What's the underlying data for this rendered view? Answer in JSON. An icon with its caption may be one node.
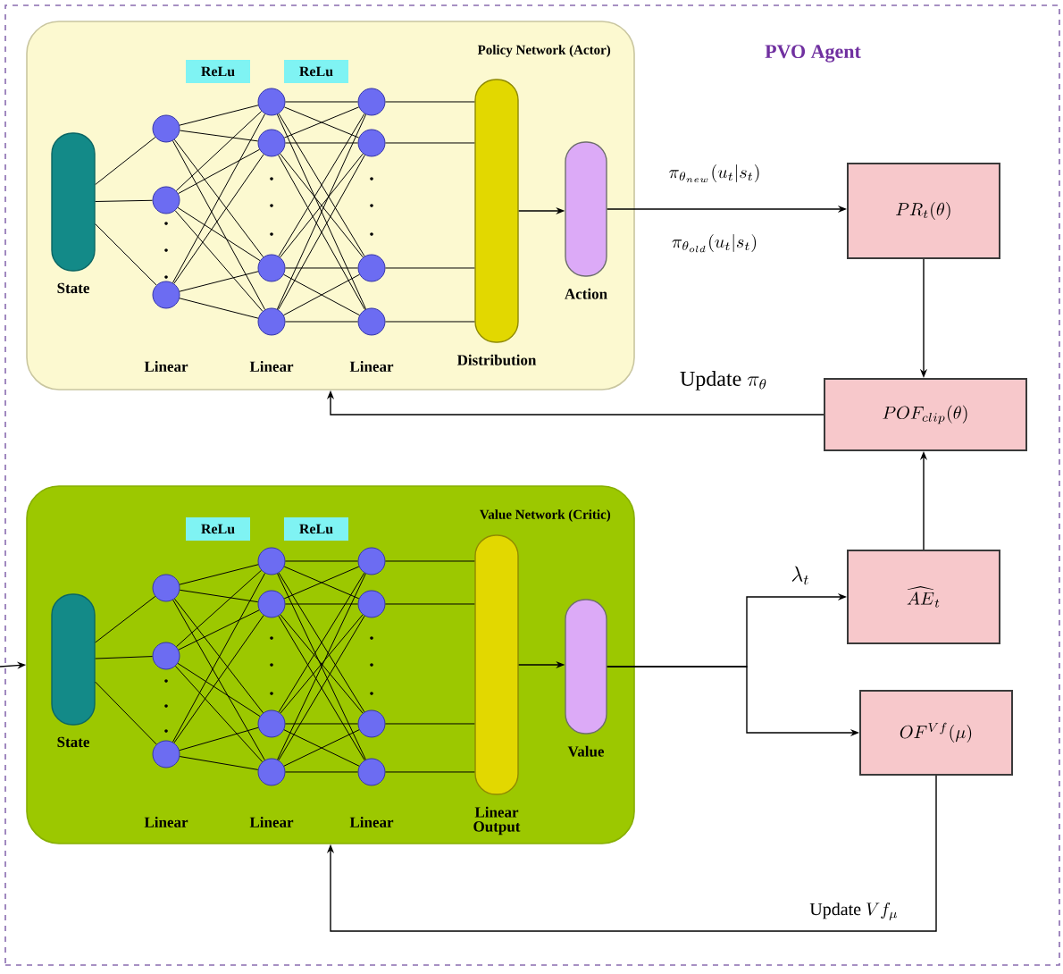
{
  "diagram": {
    "nodes": [
      {
        "text": [
          "PVO Agent"
        ]
      },
      {
        "text": [
          "Policy Network (Actor)"
        ],
        "in": 0
      },
      {
        "text": [
          "ReLu"
        ],
        "in": 1
      },
      {
        "text": [
          "ReLu"
        ],
        "in": 1
      },
      {
        "text": [
          "State"
        ],
        "in": 1
      },
      {
        "text": [],
        "shape": "circle",
        "in": 1
      },
      {
        "text": [],
        "shape": "circle",
        "in": 1
      },
      {
        "text": [],
        "shape": "circle",
        "in": 1
      },
      {
        "text": [],
        "shape": "circle",
        "in": 1
      },
      {
        "text": [],
        "shape": "circle",
        "in": 1
      },
      {
        "text": [],
        "shape": "circle",
        "in": 1
      },
      {
        "text": [],
        "shape": "circle",
        "in": 1
      },
      {
        "text": [],
        "shape": "circle",
        "in": 1
      },
      {
        "text": [],
        "shape": "circle",
        "in": 1
      },
      {
        "text": [],
        "shape": "circle",
        "in": 1
      },
      {
        "text": [],
        "shape": "circle",
        "in": 1
      },
      {
        "text": [
          "Distribution"
        ],
        "in": 1
      },
      {
        "text": [
          "Action"
        ],
        "in": 1
      },
      {
        "text": [
          "Value Network (Critic)"
        ],
        "in": 0
      },
      {
        "text": [
          "ReLu"
        ],
        "in": 18
      },
      {
        "text": [
          "ReLu"
        ],
        "in": 18
      },
      {
        "text": [
          "State"
        ],
        "in": 18
      },
      {
        "text": [],
        "shape": "circle",
        "in": 18
      },
      {
        "text": [],
        "shape": "circle",
        "in": 18
      },
      {
        "text": [],
        "shape": "circle",
        "in": 18
      },
      {
        "text": [],
        "shape": "circle",
        "in": 18
      },
      {
        "text": [],
        "shape": "circle",
        "in": 18
      },
      {
        "text": [],
        "shape": "circle",
        "in": 18
      },
      {
        "text": [],
        "shape": "circle",
        "in": 18
      },
      {
        "text": [],
        "shape": "circle",
        "in": 18
      },
      {
        "text": [],
        "shape": "circle",
        "in": 18
      },
      {
        "text": [],
        "shape": "circle",
        "in": 18
      },
      {
        "text": [],
        "shape": "circle",
        "in": 18
      },
      {
        "text": [
          "Linear Output"
        ],
        "in": 18
      },
      {
        "text": [
          "Value"
        ],
        "in": 18
      },
      {
        "text": [
          "PR_t(\\theta)"
        ],
        "in": 0
      },
      {
        "text": [
          "POF_{clip}(\\theta)"
        ],
        "in": 0
      },
      {
        "text": [
          "\\widehat{AE}_t"
        ],
        "in": 0
      },
      {
        "text": [
          "OF^{Vf}(\\mu)"
        ],
        "in": 0
      }
    ],
    "edges": [
      {
        "from": 4,
        "to": 5,
        "arrow": "none"
      },
      {
        "from": 4,
        "to": 6,
        "arrow": "none"
      },
      {
        "from": 4,
        "to": 7,
        "arrow": "none"
      },
      {
        "from": 5,
        "to": 8,
        "arrow": "none"
      },
      {
        "from": 5,
        "to": 9,
        "arrow": "none"
      },
      {
        "from": 5,
        "to": 10,
        "arrow": "none"
      },
      {
        "from": 5,
        "to": 11,
        "arrow": "none"
      },
      {
        "from": 6,
        "to": 8,
        "arrow": "none"
      },
      {
        "from": 6,
        "to": 9,
        "arrow": "none"
      },
      {
        "from": 6,
        "to": 10,
        "arrow": "none"
      },
      {
        "from": 6,
        "to": 11,
        "arrow": "none"
      },
      {
        "from": 7,
        "to": 8,
        "arrow": "none"
      },
      {
        "from": 7,
        "to": 9,
        "arrow": "none"
      },
      {
        "from": 7,
        "to": 10,
        "arrow": "none"
      },
      {
        "from": 7,
        "to": 11,
        "arrow": "none"
      },
      {
        "from": 8,
        "to": 12,
        "arrow": "none"
      },
      {
        "from": 8,
        "to": 13,
        "arrow": "none"
      },
      {
        "from": 8,
        "to": 14,
        "arrow": "none"
      },
      {
        "from": 8,
        "to": 15,
        "arrow": "none"
      },
      {
        "from": 9,
        "to": 12,
        "arrow": "none"
      },
      {
        "from": 9,
        "to": 13,
        "arrow": "none"
      },
      {
        "from": 9,
        "to": 14,
        "arrow": "none"
      },
      {
        "from": 9,
        "to": 15,
        "arrow": "none"
      },
      {
        "from": 10,
        "to": 12,
        "arrow": "none"
      },
      {
        "from": 10,
        "to": 13,
        "arrow": "none"
      },
      {
        "from": 10,
        "to": 14,
        "arrow": "none"
      },
      {
        "from": 10,
        "to": 15,
        "arrow": "none"
      },
      {
        "from": 11,
        "to": 12,
        "arrow": "none"
      },
      {
        "from": 11,
        "to": 13,
        "arrow": "none"
      },
      {
        "from": 11,
        "to": 14,
        "arrow": "none"
      },
      {
        "from": 11,
        "to": 15,
        "arrow": "none"
      },
      {
        "from": 12,
        "to": 16,
        "arrow": "none"
      },
      {
        "from": 13,
        "to": 16,
        "arrow": "none"
      },
      {
        "from": 14,
        "to": 16,
        "arrow": "none"
      },
      {
        "from": 15,
        "to": 16,
        "arrow": "none"
      },
      {
        "from": 16,
        "to": 17,
        "arrow": "to"
      },
      {
        "from": 21,
        "to": 22,
        "arrow": "none"
      },
      {
        "from": 21,
        "to": 23,
        "arrow": "none"
      },
      {
        "from": 21,
        "to": 24,
        "arrow": "none"
      },
      {
        "from": 22,
        "to": 25,
        "arrow": "none"
      },
      {
        "from": 22,
        "to": 26,
        "arrow": "none"
      },
      {
        "from": 22,
        "to": 27,
        "arrow": "none"
      },
      {
        "from": 22,
        "to": 28,
        "arrow": "none"
      },
      {
        "from": 23,
        "to": 25,
        "arrow": "none"
      },
      {
        "from": 23,
        "to": 26,
        "arrow": "none"
      },
      {
        "from": 23,
        "to": 27,
        "arrow": "none"
      },
      {
        "from": 23,
        "to": 28,
        "arrow": "none"
      },
      {
        "from": 24,
        "to": 25,
        "arrow": "none"
      },
      {
        "from": 24,
        "to": 26,
        "arrow": "none"
      },
      {
        "from": 24,
        "to": 27,
        "arrow": "none"
      },
      {
        "from": 24,
        "to": 28,
        "arrow": "none"
      },
      {
        "from": 25,
        "to": 29,
        "arrow": "none"
      },
      {
        "from": 25,
        "to": 30,
        "arrow": "none"
      },
      {
        "from": 25,
        "to": 31,
        "arrow": "none"
      },
      {
        "from": 25,
        "to": 32,
        "arrow": "none"
      },
      {
        "from": 26,
        "to": 29,
        "arrow": "none"
      },
      {
        "from": 26,
        "to": 30,
        "arrow": "none"
      },
      {
        "from": 26,
        "to": 31,
        "arrow": "none"
      },
      {
        "from": 26,
        "to": 32,
        "arrow": "none"
      },
      {
        "from": 27,
        "to": 29,
        "arrow": "none"
      },
      {
        "from": 27,
        "to": 30,
        "arrow": "none"
      },
      {
        "from": 27,
        "to": 31,
        "arrow": "none"
      },
      {
        "from": 27,
        "to": 32,
        "arrow": "none"
      },
      {
        "from": 28,
        "to": 29,
        "arrow": "none"
      },
      {
        "from": 28,
        "to": 30,
        "arrow": "none"
      },
      {
        "from": 28,
        "to": 31,
        "arrow": "none"
      },
      {
        "from": 28,
        "to": 32,
        "arrow": "none"
      },
      {
        "from": 29,
        "to": 33,
        "arrow": "none"
      },
      {
        "from": 30,
        "to": 33,
        "arrow": "none"
      },
      {
        "from": 31,
        "to": 33,
        "arrow": "none"
      },
      {
        "from": 32,
        "to": 33,
        "arrow": "none"
      },
      {
        "from": 33,
        "to": 34,
        "arrow": "to"
      },
      {
        "from": 17,
        "to": 35,
        "arrow": "to",
        "label": "\\pi_{\\theta_{new}}(u_t|s_t)"
      },
      {
        "from": 35,
        "to": 36,
        "arrow": "to"
      },
      {
        "from": 37,
        "to": 36,
        "arrow": "to"
      },
      {
        "from": 36,
        "to": 1,
        "arrow": "to",
        "label": "\\textrm{Update }\\pi_{\\theta}"
      },
      {
        "from": 34,
        "to": 37,
        "arrow": "to",
        "label": "\\lambda_t"
      },
      {
        "from": 34,
        "to": 38,
        "arrow": "to"
      },
      {
        "from": 38,
        "to": 18,
        "arrow": "to",
        "label": "\\textrm{Update }Vf_{\\mu}"
      },
      {
        "from": null,
        "to": 18,
        "arrow": "to"
      }
    ],
    "labels": [
      "\\pi_{\\theta_{old}}(u_t|s_t)",
      "Linear",
      "Linear",
      "Linear",
      "Linear",
      "Linear",
      "Linear"
    ]
  }
}
